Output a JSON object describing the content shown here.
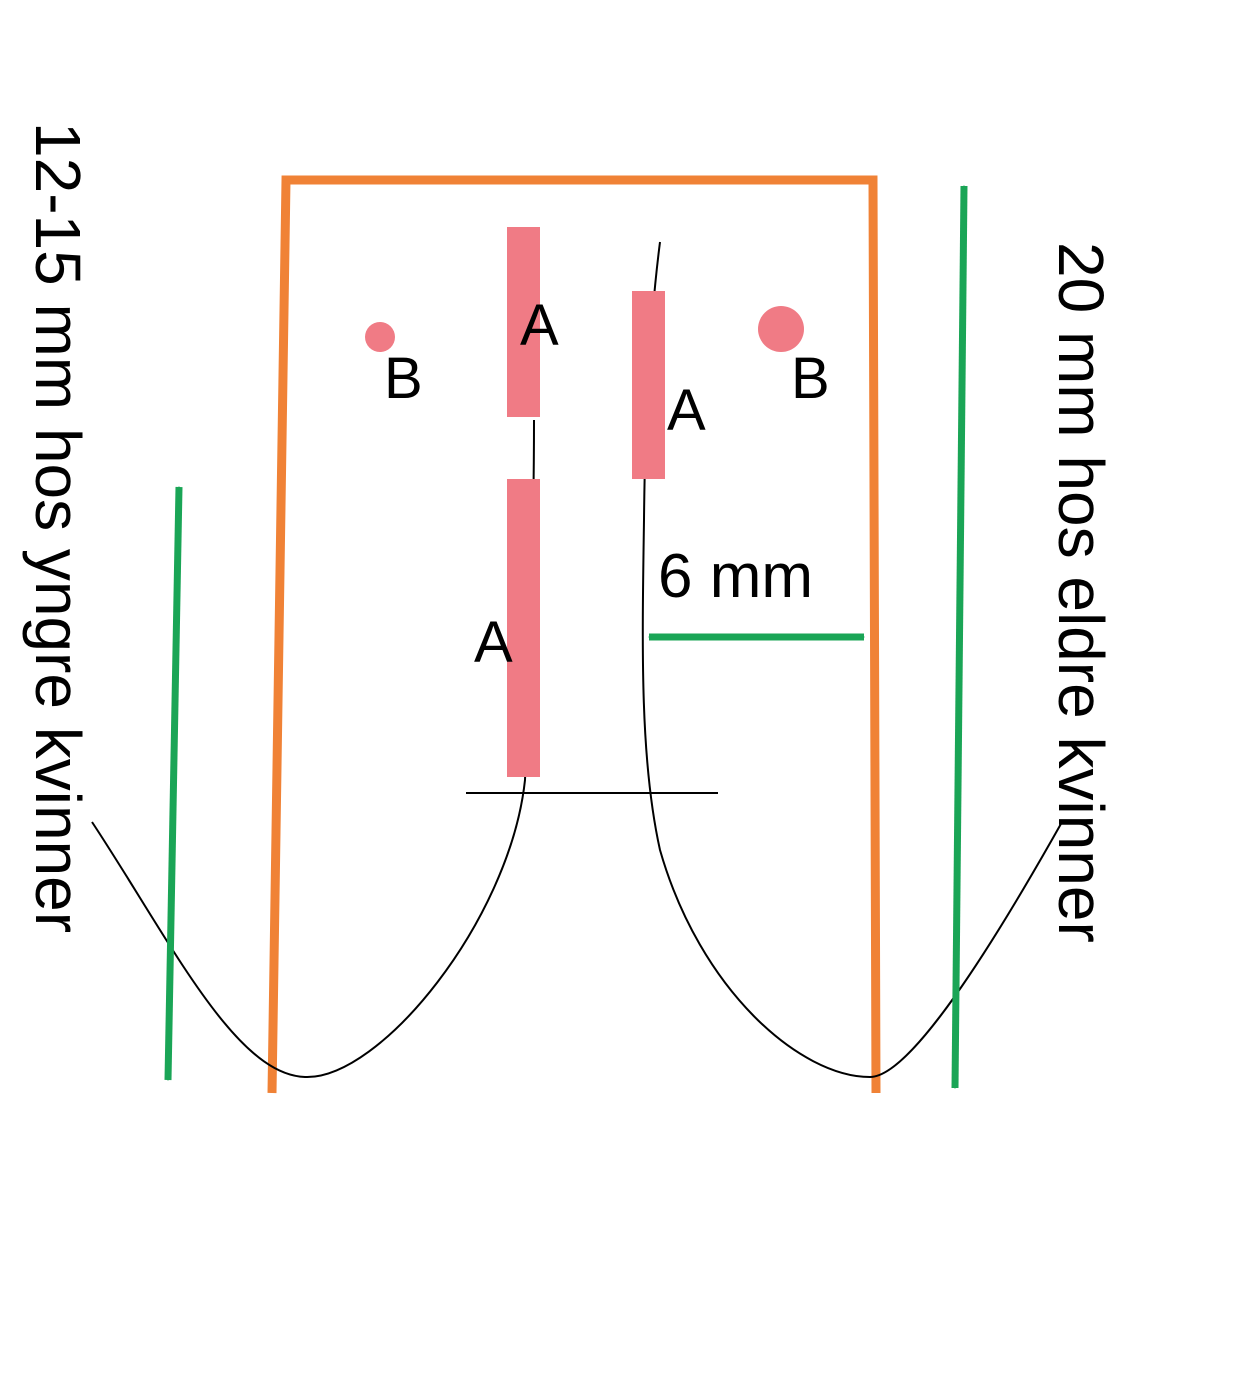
{
  "labels": {
    "a": "A",
    "b": "B",
    "gap": "6 mm",
    "left_side": "12-15 mm hos yngre kvinner",
    "right_side": "20 mm hos eldre kvinner"
  },
  "colors": {
    "frame": "#f08236",
    "marker": "#f07b85",
    "arrow": "#1aa556",
    "line": "#000000",
    "text": "#000000"
  }
}
